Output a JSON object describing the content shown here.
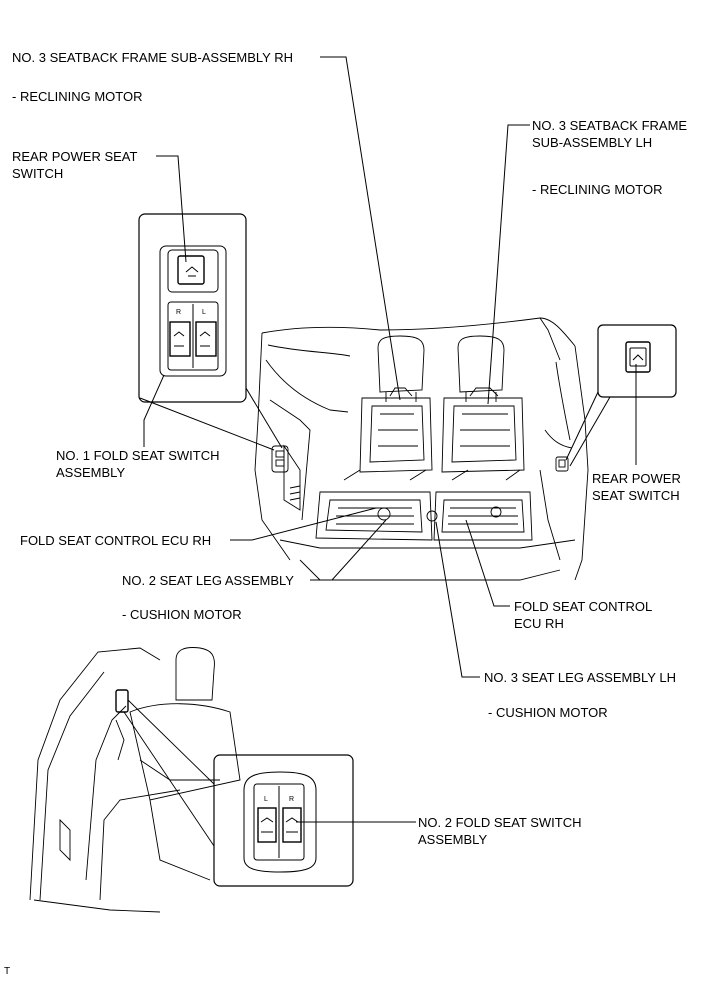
{
  "labels": {
    "seatback_rh": "NO. 3 SEATBACK FRAME SUB-ASSEMBLY RH",
    "reclining_motor_rh": "- RECLINING MOTOR",
    "seatback_lh_line1": "NO. 3 SEATBACK FRAME",
    "seatback_lh_line2": "SUB-ASSEMBLY LH",
    "reclining_motor_lh": "- RECLINING MOTOR",
    "rear_power_seat_switch_left_line1": "REAR POWER SEAT",
    "rear_power_seat_switch_left_line2": "SWITCH",
    "fold_switch_1_line1": "NO. 1 FOLD SEAT SWITCH",
    "fold_switch_1_line2": "ASSEMBLY",
    "rear_power_seat_switch_right_line1": "REAR POWER",
    "rear_power_seat_switch_right_line2": "SEAT SWITCH",
    "fold_ecu_rh_left": "FOLD SEAT CONTROL ECU RH",
    "seat_leg_2": "NO. 2 SEAT LEG ASSEMBLY",
    "cushion_motor_2": "- CUSHION MOTOR",
    "fold_ecu_rh_right_line1": "FOLD SEAT CONTROL",
    "fold_ecu_rh_right_line2": "ECU RH",
    "seat_leg_3_lh": "NO. 3 SEAT LEG ASSEMBLY LH",
    "cushion_motor_3": "- CUSHION MOTOR",
    "fold_switch_2_line1": "NO. 2 FOLD SEAT SWITCH",
    "fold_switch_2_line2": "ASSEMBLY",
    "footer_mark": "T"
  },
  "switch_glyphs": {
    "left": "L",
    "right": "R"
  }
}
